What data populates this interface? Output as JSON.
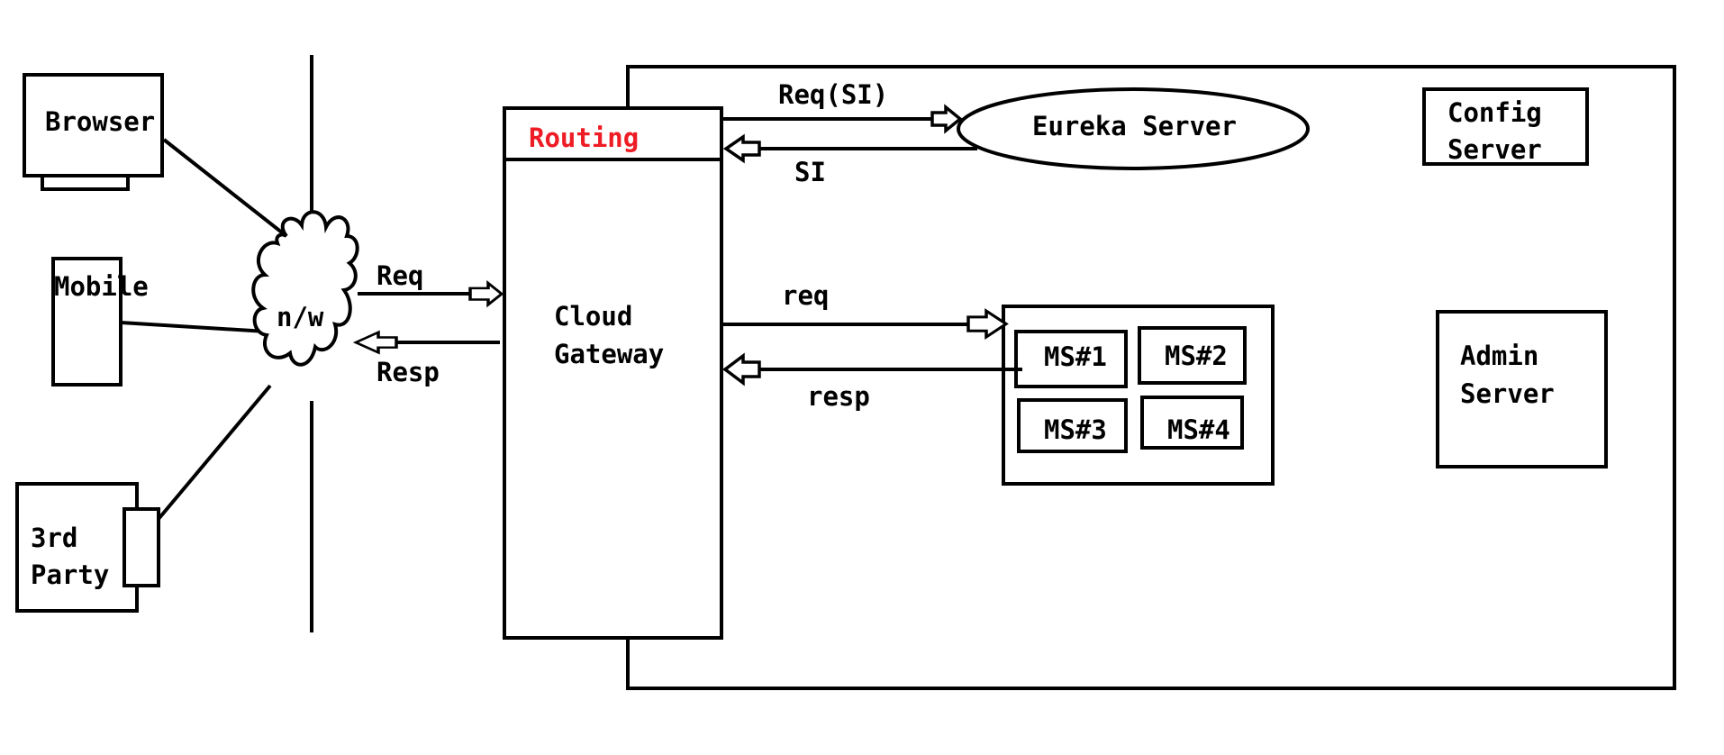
{
  "clients": {
    "browser": "Browser",
    "mobile": "Mobile",
    "third_party_line1": "3rd",
    "third_party_line2": "Party"
  },
  "network": {
    "label": "n/w",
    "req": "Req",
    "resp": "Resp"
  },
  "gateway": {
    "routing": "Routing",
    "name_line1": "Cloud",
    "name_line2": "Gateway",
    "routing_color": "#ee1c24"
  },
  "eureka": {
    "name": "Eureka Server",
    "req": "Req(SI)",
    "resp": "SI"
  },
  "config_server": {
    "line1": "Config",
    "line2": "Server"
  },
  "admin_server": {
    "line1": "Admin",
    "line2": "Server"
  },
  "microservices": {
    "req": "req",
    "resp": "resp",
    "items": [
      "MS#1",
      "MS#2",
      "MS#3",
      "MS#4"
    ]
  }
}
